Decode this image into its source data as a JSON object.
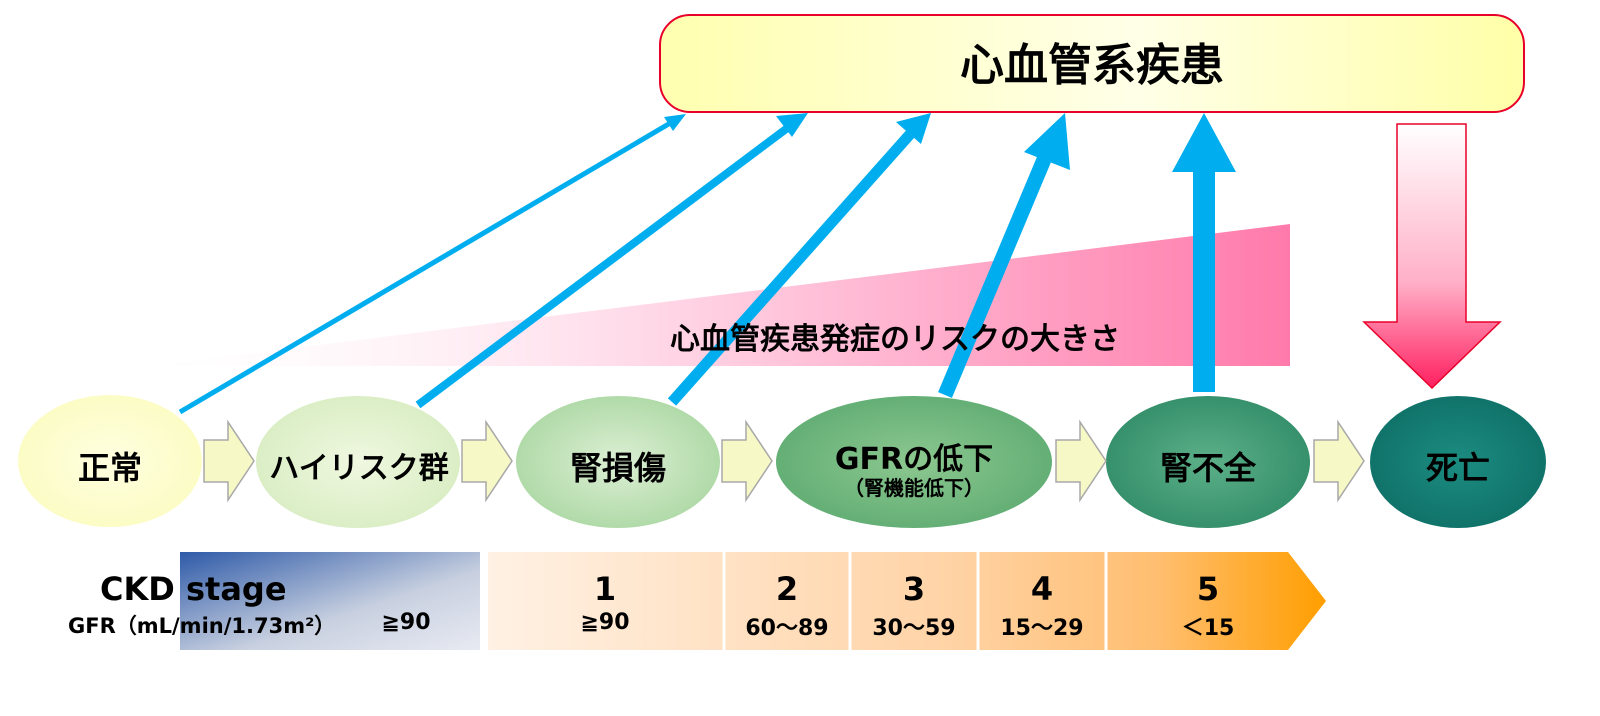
{
  "cvd_box": {
    "label": "心血管系疾患"
  },
  "risk_wedge": {
    "label": "心血管疾患発症のリスクの大きさ"
  },
  "stages": [
    {
      "label": "正常"
    },
    {
      "label": "ハイリスク群"
    },
    {
      "label": "腎損傷"
    },
    {
      "label": "GFRの低下",
      "sublabel": "（腎機能低下）"
    },
    {
      "label": "腎不全"
    },
    {
      "label": "死亡"
    }
  ],
  "ckd": {
    "title": "CKD stage",
    "gfr_label": "GFR（mL/min/1.73m²）",
    "baseline_range": "≧90",
    "stages": [
      {
        "number": "1",
        "range": "≧90"
      },
      {
        "number": "2",
        "range": "60～89"
      },
      {
        "number": "3",
        "range": "30～59"
      },
      {
        "number": "4",
        "range": "15～29"
      },
      {
        "number": "5",
        "range": "＜15"
      }
    ]
  },
  "colors": {
    "arrow_blue": "#00aeef",
    "cvd_border": "#e8002a",
    "cvd_fill": "#ffffc0",
    "risk_pink": "#ff7aaa",
    "death_arrow": "#ff2060",
    "ckd_orange": "#ff9e00",
    "ckd_blue": "#2e5aa8"
  }
}
